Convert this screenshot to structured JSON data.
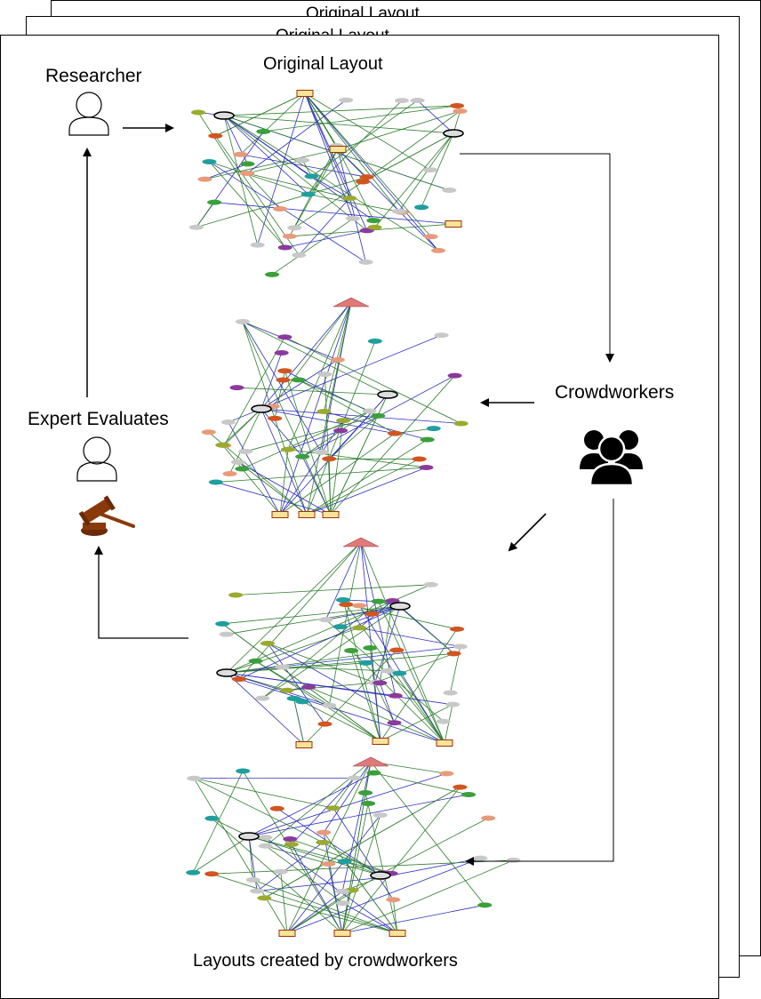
{
  "stack_titles": [
    "Original Layout",
    "Original Layout"
  ],
  "original_layout_title": "Original Layout",
  "researcher_label": "Researcher",
  "crowdworkers_label": "Crowdworkers",
  "expert_label": "Expert Evaluates",
  "bottom_caption": "Layouts created by crowdworkers",
  "icons": {
    "researcher": "user-outline-icon",
    "expert": "user-outline-icon",
    "crowd": "users-group-icon",
    "gavel": "gavel-icon"
  },
  "colors": {
    "edge_green": "#2e7d2e",
    "edge_blue": "#2d2dbf",
    "node_gray": "#c8c8c8",
    "node_purple": "#8b3a9c",
    "node_green": "#3aa03a",
    "node_teal": "#1f9e9e",
    "node_orange": "#d2541e",
    "node_salmon": "#e89a7a",
    "node_olive": "#9aaa2e",
    "node_yellow_box": "#f5e49a",
    "node_triangle": "#e07a7a",
    "gavel_brown": "#8a3a0a"
  }
}
